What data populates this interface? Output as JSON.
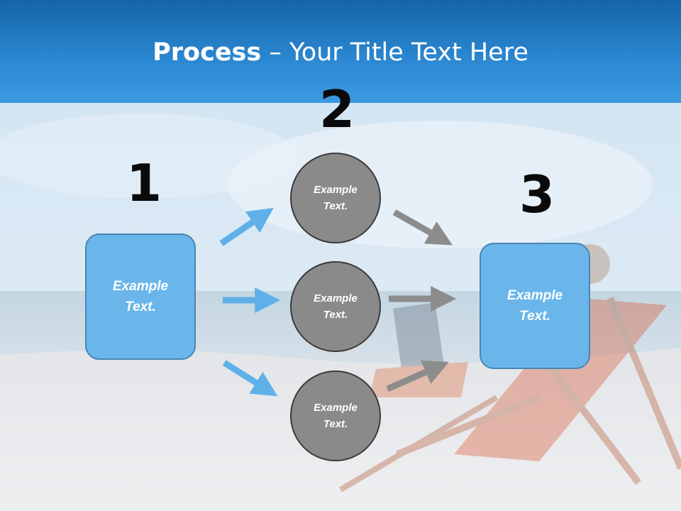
{
  "title": {
    "bold": "Process",
    "rest": " – Your Title Text Here"
  },
  "steps": [
    {
      "number": "1",
      "text": "Example\nText."
    },
    {
      "number": "2",
      "items": [
        "Example\nText.",
        "Example\nText.",
        "Example\nText."
      ]
    },
    {
      "number": "3",
      "text": "Example\nText."
    }
  ],
  "colors": {
    "header": "#2a86d0",
    "box_fill": "#6ab6ea",
    "circle_fill": "#8a8a8a",
    "arrow_blue": "#5fb0e8",
    "arrow_gray": "#8c8c8c"
  }
}
